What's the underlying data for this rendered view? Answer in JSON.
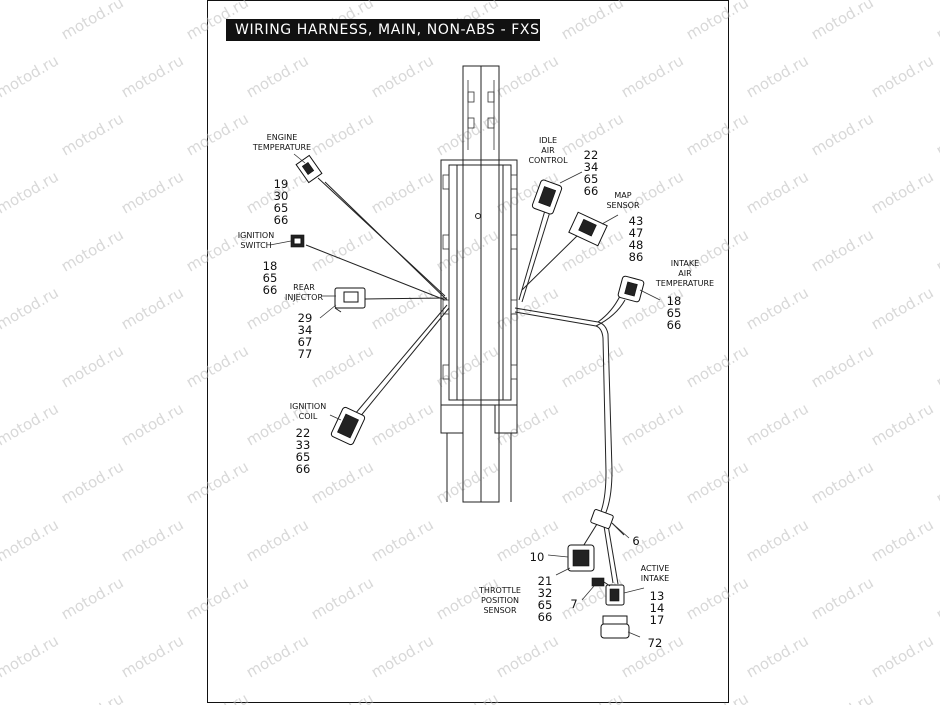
{
  "title": "WIRING HARNESS, MAIN, NON-ABS - FXS",
  "watermark": "motod.ru",
  "callouts": {
    "engine_temperature": {
      "label": [
        "ENGINE",
        "TEMPERATURE"
      ],
      "parts": [
        "19",
        "30",
        "65",
        "66"
      ]
    },
    "ignition_switch": {
      "label": [
        "IGNITION",
        "SWITCH"
      ],
      "parts": [
        "18",
        "65",
        "66"
      ]
    },
    "rear_injector": {
      "label": [
        "REAR",
        "INJECTOR"
      ],
      "parts": [
        "29",
        "34",
        "67",
        "77"
      ]
    },
    "ignition_coil": {
      "label": [
        "IGNITION",
        "COIL"
      ],
      "parts": [
        "22",
        "33",
        "65",
        "66"
      ]
    },
    "idle_air_control": {
      "label": [
        "IDLE",
        "AIR",
        "CONTROL"
      ],
      "parts": [
        "22",
        "34",
        "65",
        "66"
      ]
    },
    "map_sensor": {
      "label": [
        "MAP",
        "SENSOR"
      ],
      "parts": [
        "43",
        "47",
        "48",
        "86"
      ]
    },
    "intake_air_temperature": {
      "label": [
        "INTAKE",
        "AIR",
        "TEMPERATURE"
      ],
      "parts": [
        "18",
        "65",
        "66"
      ]
    },
    "throttle_position_sensor": {
      "label": [
        "THROTTLE",
        "POSITION",
        "SENSOR"
      ],
      "parts": [
        "21",
        "32",
        "65",
        "66"
      ]
    },
    "active_intake": {
      "label": [
        "ACTIVE",
        "INTAKE"
      ],
      "parts": [
        "13",
        "14",
        "17"
      ]
    }
  },
  "single_parts": {
    "p6": "6",
    "p10": "10",
    "p7": "7",
    "p72": "72"
  },
  "colors": {
    "ink": "#111111",
    "paper": "#ffffff",
    "watermark": "#b9b9b9"
  }
}
